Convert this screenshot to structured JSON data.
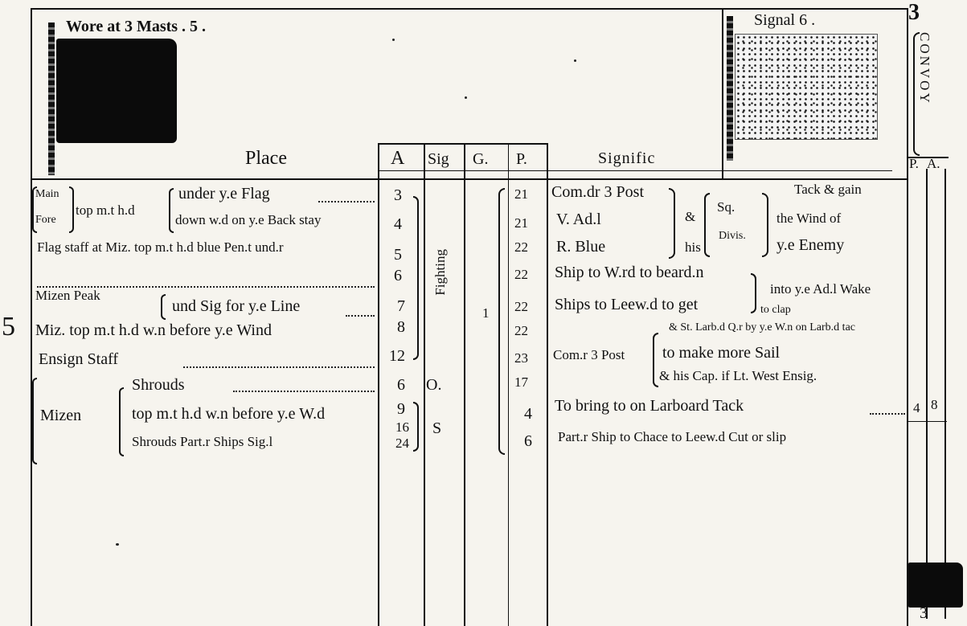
{
  "header": {
    "left_flag_title": "Wore at 3 Masts . 5 .",
    "right_flag_title": "Signal 6 .",
    "page_mark_top": "3",
    "page_mark_bottom": "3",
    "side_title": "CONVOY",
    "margin_number": "5"
  },
  "columns": {
    "place": "Place",
    "a": "A",
    "sig": "Sig",
    "g": "G.",
    "p": "P.",
    "signific": "Signific",
    "convoy_p": "P.",
    "convoy_a": "A."
  },
  "place": {
    "main": "Main",
    "fore": "Fore",
    "top_mast_head": "top m.t h.d",
    "under_flag": "under y.e Flag",
    "down_back_stay": "down w.d on y.e Back stay",
    "flag_staff": "Flag staff at Miz. top m.t h.d blue Pen.t und.r",
    "mizen_peak": "Mizen Peak",
    "und_sig_line": "und Sig for y.e Line",
    "miz_top_wind": "Miz. top m.t h.d w.n before y.e Wind",
    "ensign_staff": "Ensign Staff",
    "shrouds": "Shrouds",
    "mizen": "Mizen",
    "topm_before_wd": "top m.t h.d w.n before y.e W.d",
    "shrouds_part_ships": "Shrouds Part.r Ships Sig.l"
  },
  "col_a": [
    "3",
    "4",
    "5",
    "6",
    "7",
    "8",
    "12",
    "6",
    "9",
    "16",
    "24"
  ],
  "col_sig": {
    "fighting": "Fighting",
    "o": "O.",
    "s": "S"
  },
  "col_g": {
    "one": "1"
  },
  "col_p": [
    "21",
    "21",
    "22",
    "22",
    "22",
    "22",
    "23",
    "17",
    "4",
    "6"
  ],
  "signific": {
    "r1_a": "Com.dr 3 Post",
    "r2_a": "V. Ad.l",
    "r3_a": "R. Blue",
    "amp": "&",
    "his": "his",
    "sq": "Sq.",
    "divis": "Divis.",
    "tack_gain": "Tack & gain",
    "wind_of": "the Wind of",
    "enemy": "y.e Enemy",
    "ship_windward": "Ship to W.rd to beard.n",
    "ships_leeward": "Ships to Leew.d to get",
    "to_clap": "to clap",
    "into_wake": "into y.e Ad.l Wake",
    "stlarb": "& St. Larb.d Q.r by y.e W.n on Larb.d tac",
    "com_post2": "Com.r 3 Post",
    "more_sail": "to make more Sail",
    "cap_ensign": "& his Cap. if Lt. West Ensig.",
    "bring_to": "To bring to on Larboard Tack",
    "chace": "Part.r Ship to Chace to Leew.d Cut or slip"
  },
  "convoy_vals": {
    "p": "4",
    "a": "8"
  }
}
